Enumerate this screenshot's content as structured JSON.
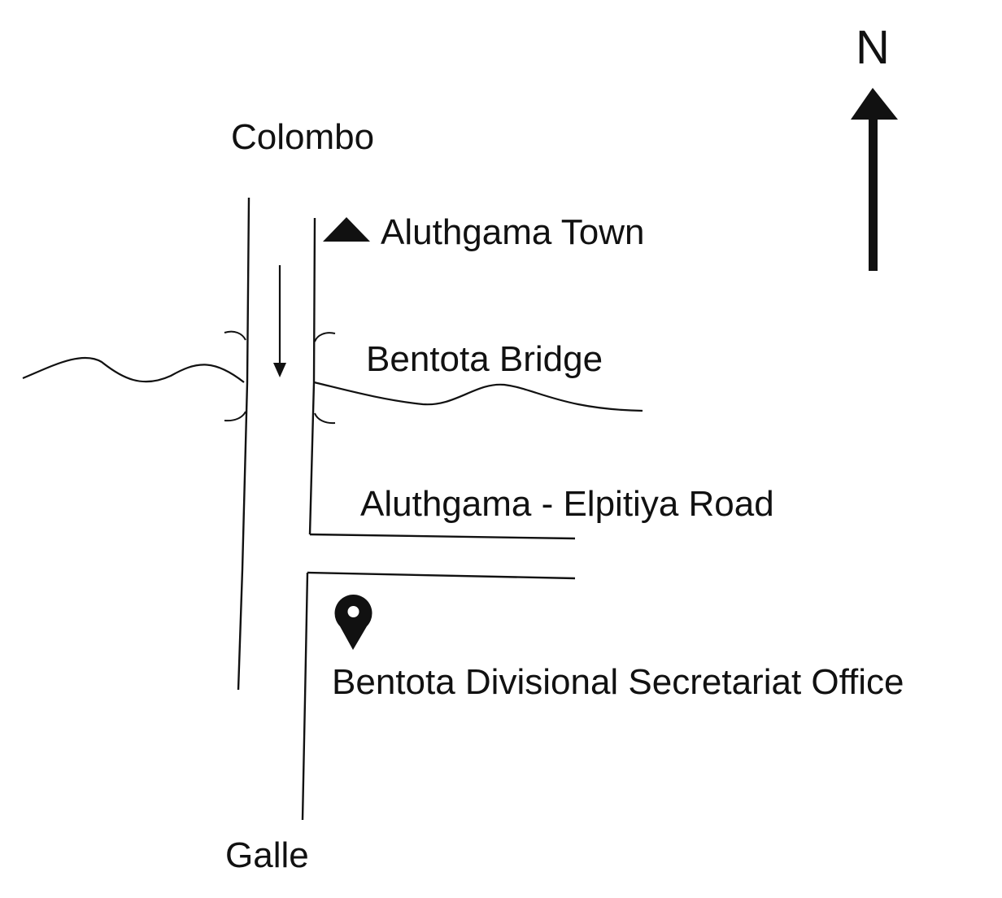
{
  "compass": {
    "label": "N",
    "icon": "north-arrow-icon"
  },
  "places": {
    "colombo": "Colombo",
    "galle": "Galle",
    "town": "Aluthgama Town",
    "bridge": "Bentota Bridge",
    "road": "Aluthgama - Elpitiya Road",
    "office": "Bentota Divisional Secretariat Office"
  },
  "icons": {
    "town_marker": "triangle-icon",
    "office_marker": "map-pin-icon"
  },
  "colors": {
    "ink": "#111111",
    "background": "#ffffff"
  }
}
